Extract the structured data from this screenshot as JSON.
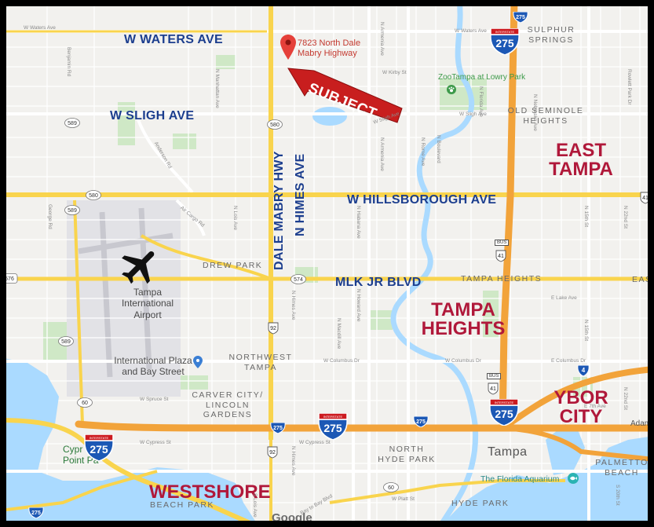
{
  "map": {
    "main_roads": {
      "waters": "W WATERS AVE",
      "sligh": "W SLIGH AVE",
      "dale_mabry": "DALE MABRY HWY",
      "himes": "N HIMES AVE",
      "hillsborough": "W HILLSBOROUGH AVE",
      "mlk": "MLK JR BLVD"
    },
    "areas": {
      "east_tampa": "EAST\nTAMPA",
      "tampa_heights": "TAMPA\nHEIGHTS",
      "ybor": "YBOR\nCITY",
      "westshore": "WESTSHORE"
    },
    "subject": {
      "label": "SUBJECT",
      "address": "7823 North Dale\nMabry Highway"
    },
    "neighborhoods": {
      "sulphur_springs": "SULPHUR\nSPRINGS",
      "old_seminole": "OLD SEMINOLE\nHEIGHTS",
      "drew_park": "DREW PARK",
      "tampa_heights_small": "TAMPA HEIGHTS",
      "northwest_tampa": "NORTHWEST\nTAMPA",
      "carver_city": "CARVER CITY/\nLINCOLN\nGARDENS",
      "north_hyde_park": "NORTH\nHYDE PARK",
      "hyde_park": "HYDE PARK",
      "beach_park": "BEACH PARK",
      "palmetto_beach": "PALMETTO\nBEACH",
      "east_edge": "EAS"
    },
    "pois": {
      "zoo": "ZooTampa at Lowry Park",
      "airport": "Tampa\nInternational\nAirport",
      "plaza": "International Plaza\nand Bay Street",
      "aquarium": "The Florida Aquarium",
      "cypress_point": "Cypr\nPoint Pa"
    },
    "city": "Tampa",
    "adam": "Adam",
    "google": "Google",
    "interstate_word": "INTERSTATE",
    "shields": {
      "i275": "275",
      "us41": "41",
      "sr580": "580",
      "sr589": "589",
      "sr574": "574",
      "sr92": "92",
      "sr60": "60",
      "us4": "4",
      "sr576": "576",
      "bus": "BUS"
    },
    "streets": {
      "w_waters_left": "W Waters Ave",
      "w_waters_right": "W Waters Ave",
      "w_kirby": "W Kirby St",
      "w_sligh": "W Sligh Ave",
      "e_lake": "E Lake Ave",
      "w_columbus": "W Columbus Dr",
      "w_columbus_mid": "W Columbus Dr",
      "e_columbus": "E Columbus Dr",
      "w_spruce": "W Spruce St",
      "w_cypress": "W Cypress St",
      "w_cypress_mid": "W Cypress St",
      "w_platt": "W Platt St",
      "e_7th": "E 7th Ave",
      "benjamin": "Benjamin Rd",
      "george": "George Rd",
      "manhattan": "N Manhattan Ave",
      "lois": "N Lois Ave",
      "anderson": "Anderson Rd",
      "air_cargo": "Air Cargo Rd",
      "armenia": "N Armenia Ave",
      "habana": "N Habana Ave",
      "rome": "N Rome Ave",
      "boulevard": "N Boulevard",
      "florida": "N Florida Ave",
      "nebraska": "N Nebraska Ave",
      "rowlett": "Rowlett Park Dr",
      "n15th": "N 15th St",
      "n22nd": "N 22nd St",
      "s20th": "S 20th St",
      "howard": "N Howard Ave",
      "macdill": "N Macdill Ave",
      "himes_small": "N Himes Ave",
      "lois_s": "S Lois Ave",
      "bay_to_bay": "Bay to Bay Blvd"
    }
  }
}
